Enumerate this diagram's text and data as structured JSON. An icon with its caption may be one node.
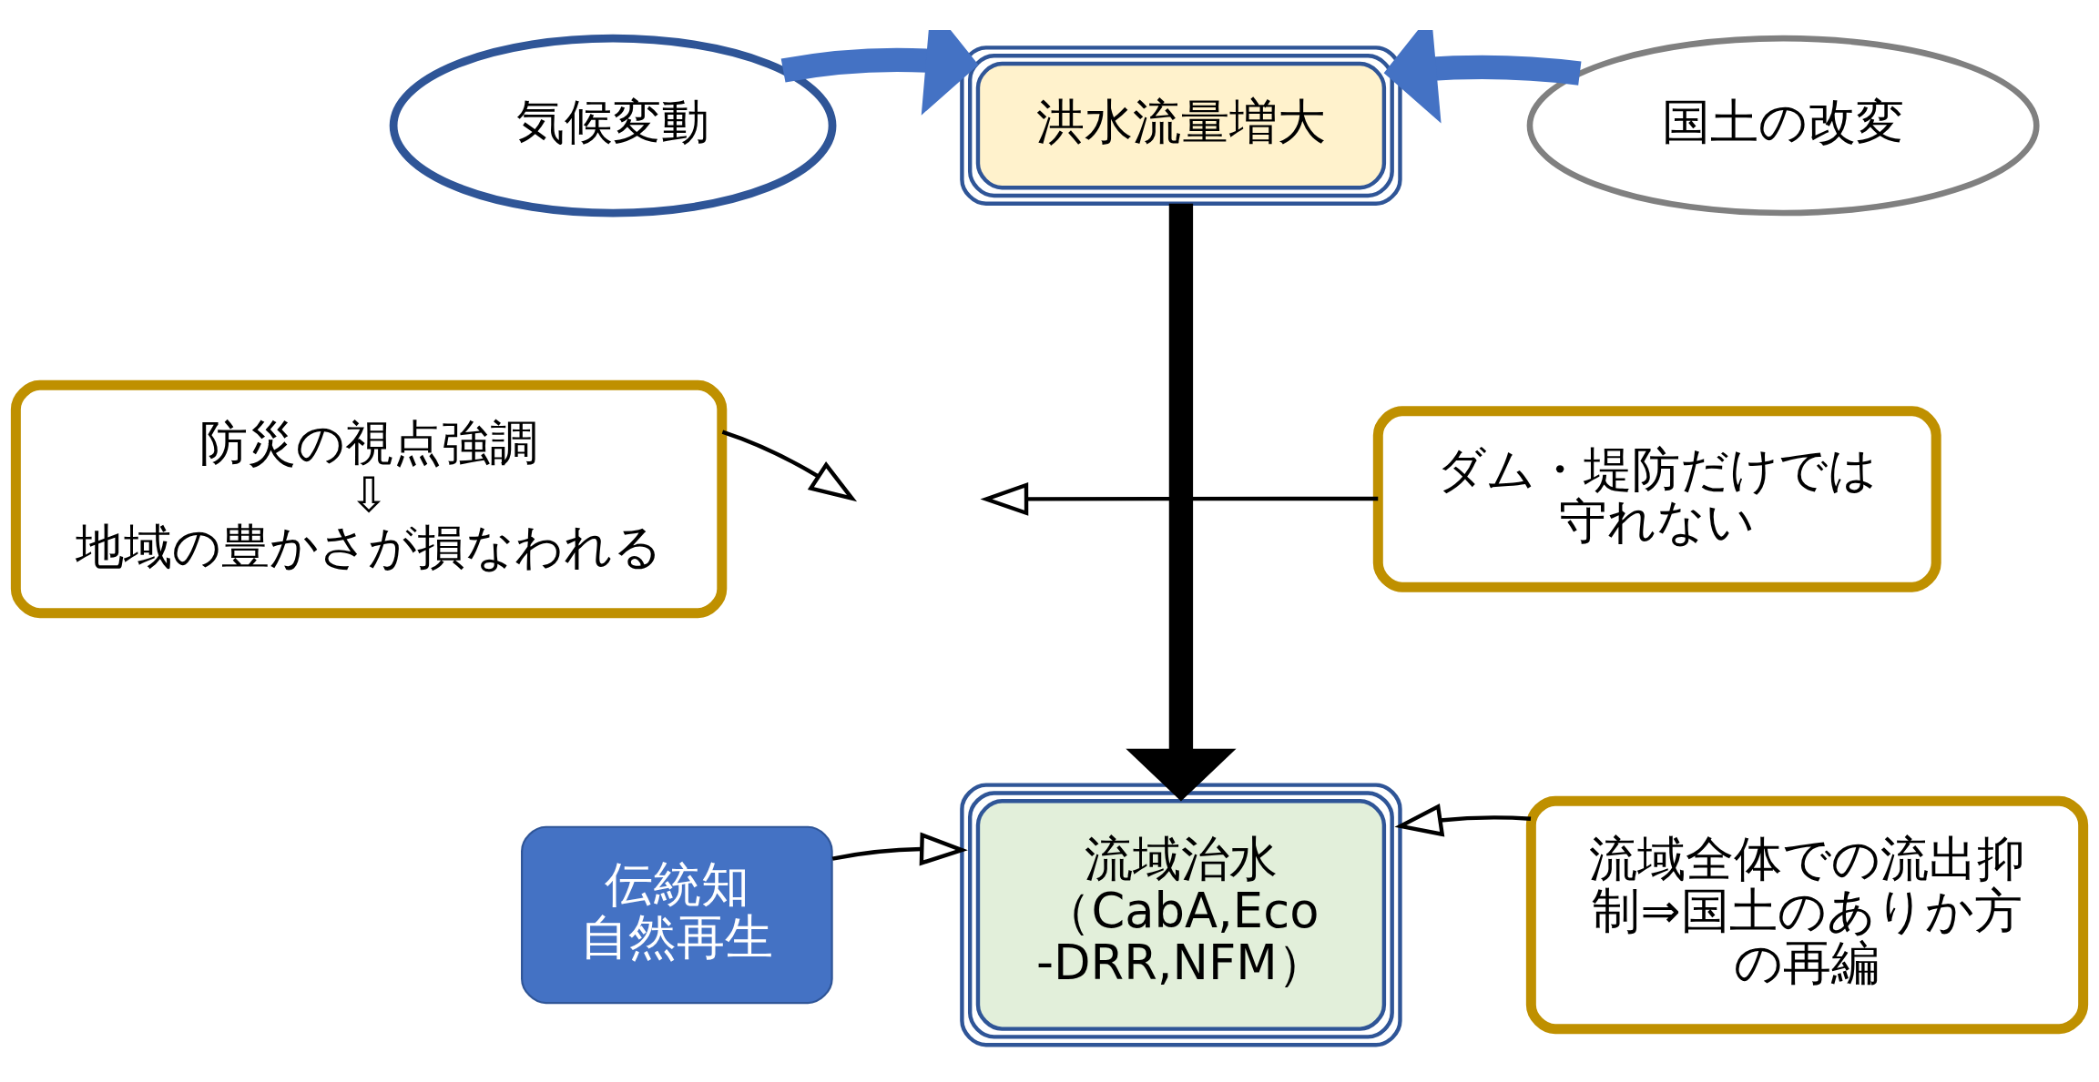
{
  "diagram": {
    "nodes": [
      {
        "text": [
          "気候変動"
        ]
      },
      {
        "text": [
          "洪水流量増大"
        ]
      },
      {
        "text": [
          "国土の改変"
        ]
      },
      {
        "text": [
          "防災の視点強調",
          "⇩",
          "地域の豊かさが損なわれる"
        ]
      },
      {
        "text": [
          "ダム・堤防だけでは守れない"
        ]
      },
      {
        "text": [
          "伝統知",
          "自然再生"
        ]
      },
      {
        "text": [
          "流域治水",
          "（CabA,Eco-DRR,NFM）"
        ]
      },
      {
        "text": [
          "流域全体での流出抑制⇒国土のありか方の再編"
        ]
      }
    ],
    "edges": [
      {
        "from": 0,
        "to": 1,
        "arrow": "to",
        "style": "thick",
        "color": "#4472c4"
      },
      {
        "from": 2,
        "to": 1,
        "arrow": "to",
        "style": "thick",
        "color": "#4472c4"
      },
      {
        "from": 1,
        "to": 6,
        "arrow": "to",
        "style": "thick",
        "color": "#000000"
      },
      {
        "from": 3,
        "to": null,
        "arrow": "to"
      },
      {
        "from": 4,
        "to": null,
        "arrow": "to"
      },
      {
        "from": 5,
        "to": 6,
        "arrow": "to"
      },
      {
        "from": 7,
        "to": 6,
        "arrow": "to"
      }
    ]
  }
}
